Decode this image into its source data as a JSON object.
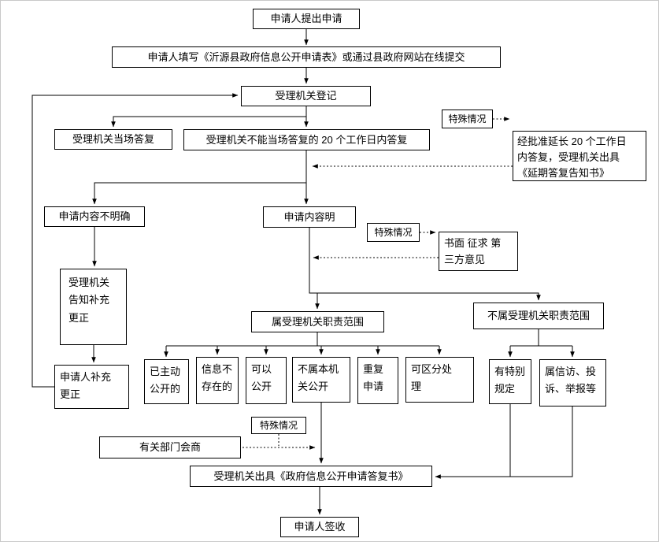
{
  "colors": {
    "line": "#000000",
    "box_border": "#000000",
    "background": "#ffffff"
  },
  "nodes": {
    "submit": {
      "label": "申请人提出申请"
    },
    "fill_form": {
      "label": "申请人填写《沂源县政府信息公开申请表》或通过县政府网站在线提交"
    },
    "register": {
      "label": "受理机关登记"
    },
    "onspot_reply": {
      "label": "受理机关当场答复"
    },
    "delayed_reply": {
      "label": "受理机关不能当场答复的 20 个工作日内答复"
    },
    "special_case_1": {
      "label": "特殊情况"
    },
    "extension": {
      "label": "经批准延长 20 个工作日\n内答复，受理机关出具\n《延期答复告知书》"
    },
    "content_unclear": {
      "label": "申请内容不明确"
    },
    "content_clear": {
      "label": "申请内容明"
    },
    "special_case_2": {
      "label": "特殊情况"
    },
    "third_party": {
      "label": "书面 征求 第\n三方意见"
    },
    "notify_supplement": {
      "label": "受理机关\n告知补充\n更正"
    },
    "in_scope": {
      "label": "属受理机关职责范围"
    },
    "out_scope": {
      "label": "不属受理机关职责范围"
    },
    "already_public": {
      "label": "已主动\n公开的"
    },
    "not_exist": {
      "label": "信息不\n存在的"
    },
    "can_public": {
      "label": "可以\n公开"
    },
    "other_agency": {
      "label": "不属本机\n关公开"
    },
    "repeat_request": {
      "label": "重复\n申请"
    },
    "separable": {
      "label": "可区分处\n理"
    },
    "special_rules": {
      "label": "有特别\n规定"
    },
    "petition": {
      "label": "属信访、投\n诉、举报等"
    },
    "applicant_supplement": {
      "label": "申请人补充\n更正"
    },
    "special_case_3": {
      "label": "特殊情况"
    },
    "consult": {
      "label": "有关部门会商"
    },
    "reply_doc": {
      "label": "受理机关出具《政府信息公开申请答复书》"
    },
    "sign": {
      "label": "申请人签收"
    }
  },
  "edges": [
    {
      "from": "submit",
      "to": "fill_form",
      "style": "solid"
    },
    {
      "from": "fill_form",
      "to": "register",
      "style": "solid"
    },
    {
      "from": "register",
      "to": "onspot_reply",
      "style": "solid"
    },
    {
      "from": "register",
      "to": "delayed_reply",
      "style": "solid"
    },
    {
      "from": "special_case_1",
      "to": "extension",
      "style": "dotted"
    },
    {
      "from": "extension",
      "to": "delayed_reply",
      "style": "dotted"
    },
    {
      "from": "delayed_reply",
      "to": "content_unclear",
      "style": "solid"
    },
    {
      "from": "delayed_reply",
      "to": "content_clear",
      "style": "solid"
    },
    {
      "from": "special_case_2",
      "to": "third_party",
      "style": "dotted"
    },
    {
      "from": "third_party",
      "to": "content_clear",
      "style": "dotted"
    },
    {
      "from": "content_unclear",
      "to": "notify_supplement",
      "style": "solid"
    },
    {
      "from": "notify_supplement",
      "to": "applicant_supplement",
      "style": "solid"
    },
    {
      "from": "applicant_supplement",
      "to": "register",
      "style": "solid"
    },
    {
      "from": "content_clear",
      "to": "in_scope",
      "style": "solid"
    },
    {
      "from": "content_clear",
      "to": "out_scope",
      "style": "solid"
    },
    {
      "from": "in_scope",
      "to": "already_public",
      "style": "solid"
    },
    {
      "from": "in_scope",
      "to": "not_exist",
      "style": "solid"
    },
    {
      "from": "in_scope",
      "to": "can_public",
      "style": "solid"
    },
    {
      "from": "in_scope",
      "to": "other_agency",
      "style": "solid"
    },
    {
      "from": "in_scope",
      "to": "repeat_request",
      "style": "solid"
    },
    {
      "from": "in_scope",
      "to": "separable",
      "style": "solid"
    },
    {
      "from": "out_scope",
      "to": "special_rules",
      "style": "solid"
    },
    {
      "from": "out_scope",
      "to": "petition",
      "style": "solid"
    },
    {
      "from": "special_case_3",
      "to": "consult",
      "style": "dotted"
    },
    {
      "from": "consult",
      "to": "reply_doc",
      "style": "dotted"
    },
    {
      "from": "other_agency",
      "to": "reply_doc",
      "style": "solid"
    },
    {
      "from": "special_rules",
      "to": "reply_doc",
      "style": "solid"
    },
    {
      "from": "petition",
      "to": "reply_doc",
      "style": "solid"
    },
    {
      "from": "reply_doc",
      "to": "sign",
      "style": "solid"
    }
  ]
}
